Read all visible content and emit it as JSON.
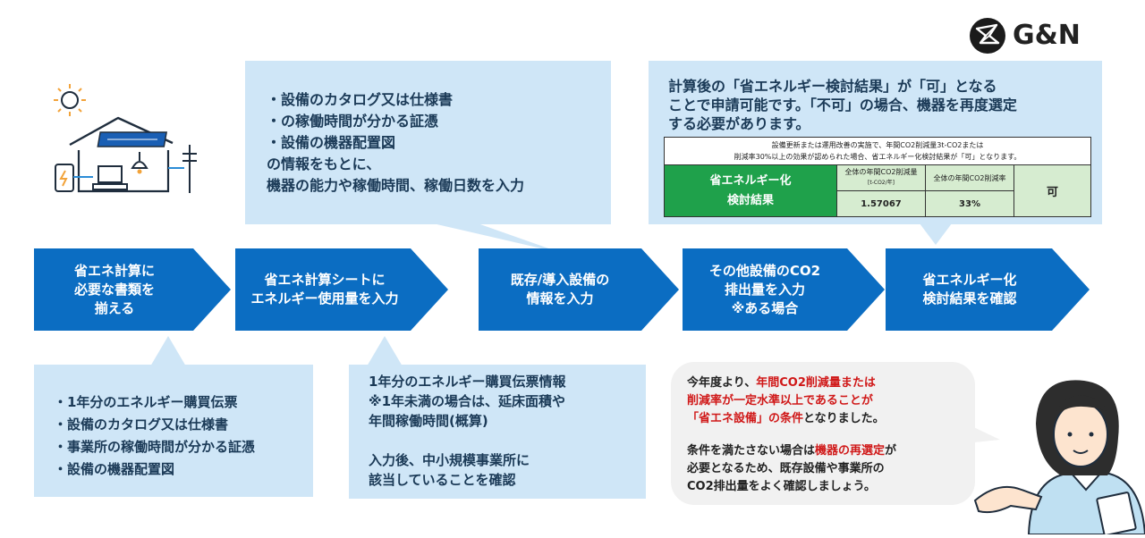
{
  "logo": {
    "text": "G&N"
  },
  "colors": {
    "arrow": "#0b6dc2",
    "callout": "#cfe6f7",
    "table_green": "#1fa14b",
    "table_light": "#d6ecd0",
    "highlight": "#d01818"
  },
  "steps": [
    {
      "label": "省エネ計算に\n必要な書類を\n揃える"
    },
    {
      "label": "省エネ計算シートに\nエネルギー使用量を入力"
    },
    {
      "label": "既存/導入設備の\n情報を入力"
    },
    {
      "label": "その他設備のCO2\n排出量を入力\n※ある場合"
    },
    {
      "label": "省エネルギー化\n検討結果を確認"
    }
  ],
  "callout_top": {
    "lines": [
      "・設備のカタログ又は仕様書",
      "・の稼働時間が分かる証憑",
      "・設備の機器配置図",
      "の情報をもとに、",
      "機器の能力や稼働時間、稼働日数を入力"
    ]
  },
  "callout_result": {
    "lines": [
      "計算後の「省エネルギー検討結果」が「可」となる",
      "ことで申請可能です。「不可」の場合、機器を再度選定",
      "する必要があります。"
    ],
    "table": {
      "header_lines": [
        "設備更新または運用改善の実施で、年間CO2削減量3t-CO2または",
        "削減率30%以上の効果が認められた場合、省エネルギー化検討結果が「可」となります。"
      ],
      "label_lines": [
        "省エネルギー化",
        "検討結果"
      ],
      "col1_header": "全体の年間CO2削減量",
      "col1_unit": "[t-CO2/年]",
      "col2_header": "全体の年間CO2削減率",
      "col1_value": "1.57067",
      "col2_value": "33%",
      "result": "可"
    }
  },
  "callout_left": {
    "lines": [
      "・1年分のエネルギー購買伝票",
      "・設備のカタログ又は仕様書",
      "・事業所の稼働時間が分かる証憑",
      "・設備の機器配置図"
    ]
  },
  "callout_mid": {
    "lines": [
      "1年分のエネルギー購買伝票情報",
      "※1年未満の場合は、延床面積や",
      "年間稼働時間(概算)",
      "",
      "入力後、中小規模事業所に",
      "該当していることを確認"
    ]
  },
  "speech": {
    "p1_a": "今年度より、",
    "p1_b": "年間CO2削減量または",
    "p1_c": "削減率が一定水準以上であることが",
    "p1_d": "「省エネ設備」の条件",
    "p1_e": "となりました。",
    "p2_a": "条件を満たさない場合は",
    "p2_b": "機器の再選定",
    "p2_c": "が",
    "p2_d": "必要となるため、既存設備や事業所の",
    "p2_e": "CO2排出量をよく確認しましょう。"
  }
}
